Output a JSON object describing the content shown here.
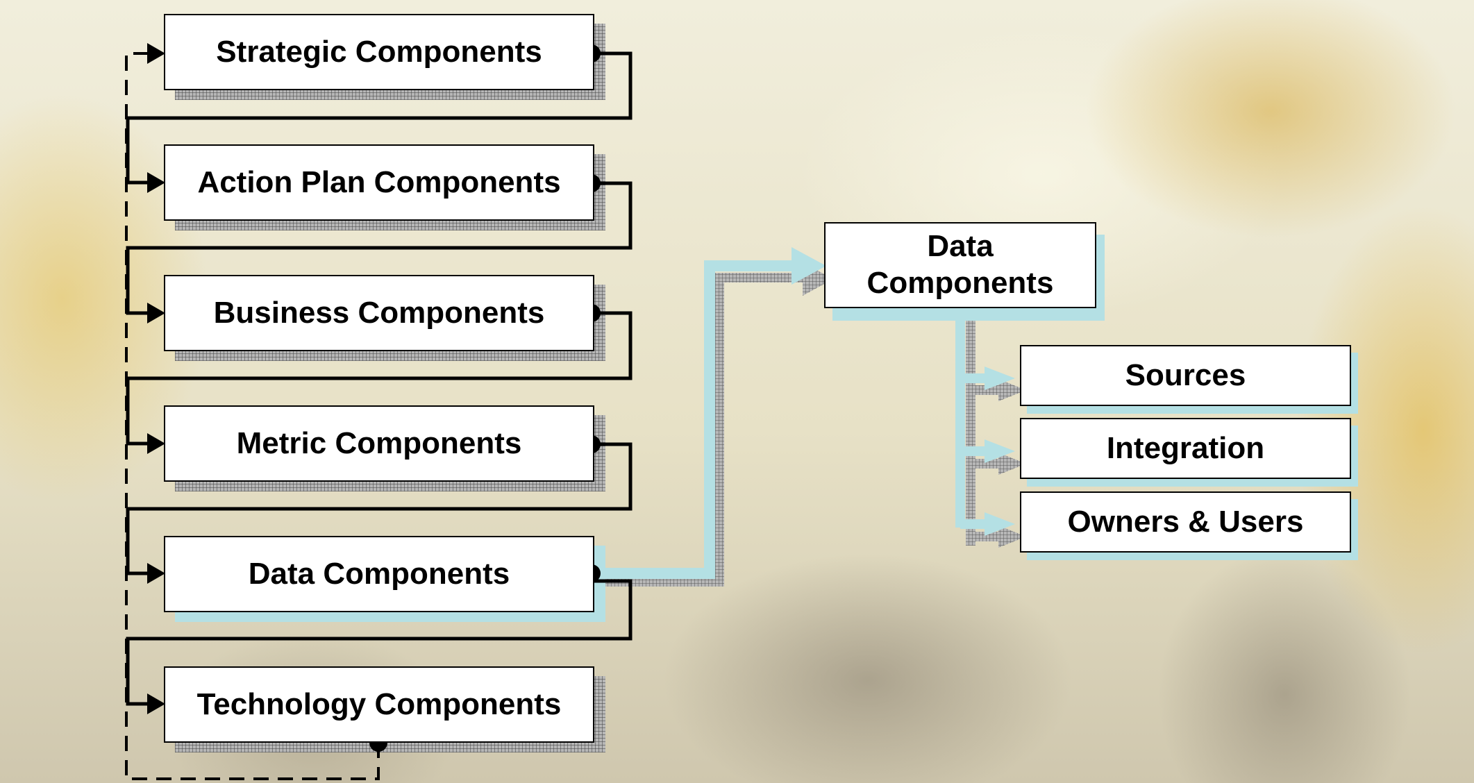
{
  "left_stack": {
    "strategic": "Strategic Components",
    "action_plan": "Action Plan Components",
    "business": "Business Components",
    "metric": "Metric Components",
    "data": "Data Components",
    "technology": "Technology Components"
  },
  "detail": {
    "title_line1": "Data",
    "title_line2": "Components",
    "sources": "Sources",
    "integration": "Integration",
    "owners_users": "Owners & Users"
  },
  "colors": {
    "connector": "#000000",
    "highlight": "#b4e0e4",
    "box_fill": "#ffffff"
  }
}
